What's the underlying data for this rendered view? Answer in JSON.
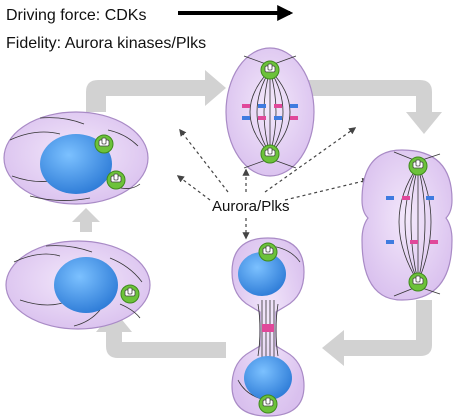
{
  "legend": {
    "driving_force": "Driving force: CDKs",
    "fidelity": "Fidelity: Aurora kinases/Plks"
  },
  "center_label": "Aurora/Plks",
  "colors": {
    "cell_fill": "#e6d3f3",
    "cell_stroke": "#a98bc6",
    "nucleus": "#3d8fe0",
    "centrosome": "#6cc23a",
    "flow_arrow": "#d2d2d2",
    "chromosome_pink": "#e0489a",
    "chromosome_blue": "#3f7be0",
    "fiber": "#333333"
  },
  "icons": [
    "centrosome-icon",
    "cell-cycle-arrow-icon",
    "dotted-arrow-icon"
  ]
}
